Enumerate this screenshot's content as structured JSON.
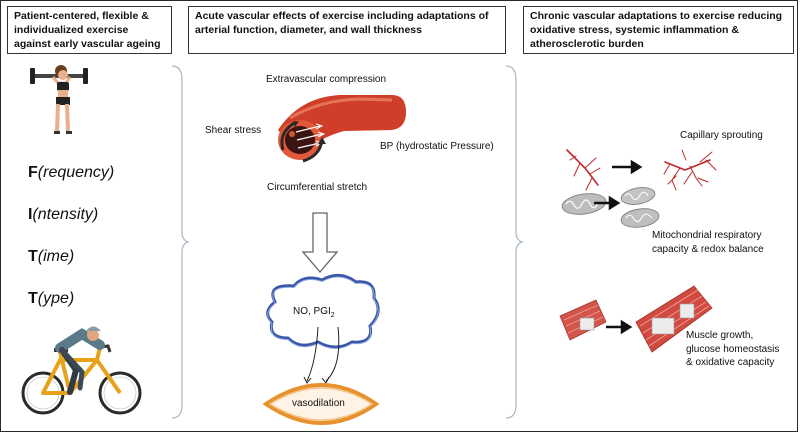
{
  "headers": {
    "left": "Patient-centered, flexible & individualized exercise against early vascular ageing",
    "middle": "Acute vascular effects of exercise including adaptations of arterial function, diameter, and wall thickness",
    "right": "Chronic vascular adaptations to exercise reducing oxidative stress, systemic inflammation & atherosclerotic burden"
  },
  "fitt": [
    {
      "letter": "F",
      "rest": "(requency)"
    },
    {
      "letter": "I",
      "rest": "(ntensity)"
    },
    {
      "letter": "T",
      "rest": "(ime)"
    },
    {
      "letter": "T",
      "rest": "(ype)"
    }
  ],
  "acute": {
    "extravascular": "Extravascular compression",
    "shear": "Shear stress",
    "bp": "BP (hydrostatic Pressure)",
    "circumferential": "Circumferential  stretch",
    "cloud_main": "NO, PGI",
    "cloud_sub": "2",
    "vasodilation": "vasodilation"
  },
  "chronic": {
    "capillary": "Capillary sprouting",
    "mito_line1": "Mitochondrial respiratory",
    "mito_line2": "capacity & redox balance",
    "muscle_line1": "Muscle growth,",
    "muscle_line2": "glucose homeostasis",
    "muscle_line3": "& oxidative capacity"
  },
  "colors": {
    "vessel": "#d9432b",
    "cloud_border": "#3a56a8",
    "vasodilation_border": "#e8912f",
    "capillary": "#c0282b",
    "muscle": "#d2544a"
  }
}
